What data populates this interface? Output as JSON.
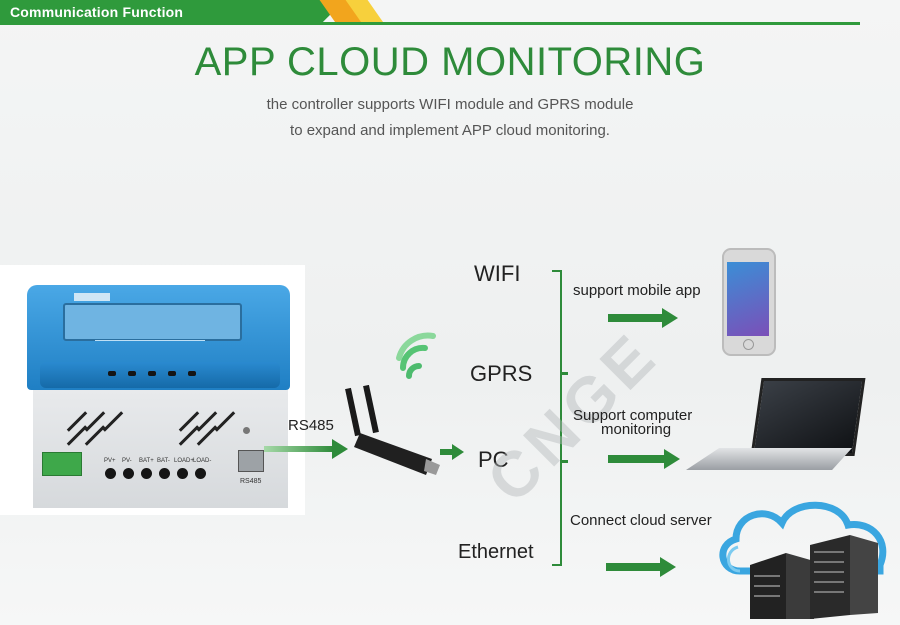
{
  "header": {
    "section_title": "Communication Function"
  },
  "main": {
    "title": "APP CLOUD MONITORING",
    "subtitle_line1": "the controller supports WIFI module and GPRS module",
    "subtitle_line2": "to expand and implement APP cloud monitoring."
  },
  "diagram": {
    "interface_label": "RS485",
    "device_port_label": "RS485",
    "terminal_labels": [
      "PV+",
      "PV-",
      "BAT+",
      "BAT-",
      "LOAD+",
      "LOAD-"
    ],
    "methods": [
      "WIFI",
      "GPRS",
      "PC",
      "Ethernet"
    ],
    "targets": [
      {
        "line1": "support mobile app",
        "line2": ""
      },
      {
        "line1": "Support computer",
        "line2": "monitoring"
      },
      {
        "line1": "Connect cloud server",
        "line2": ""
      }
    ],
    "watermark": "CNGE"
  },
  "colors": {
    "brand_green": "#2e8b3a",
    "accent_orange": "#f2a51d",
    "accent_yellow": "#f7d03c",
    "device_blue": "#1f7fc4"
  },
  "icons": [
    "wifi-signal-icon",
    "usb-dongle-icon",
    "smartphone-icon",
    "laptop-icon",
    "cloud-server-icon"
  ]
}
